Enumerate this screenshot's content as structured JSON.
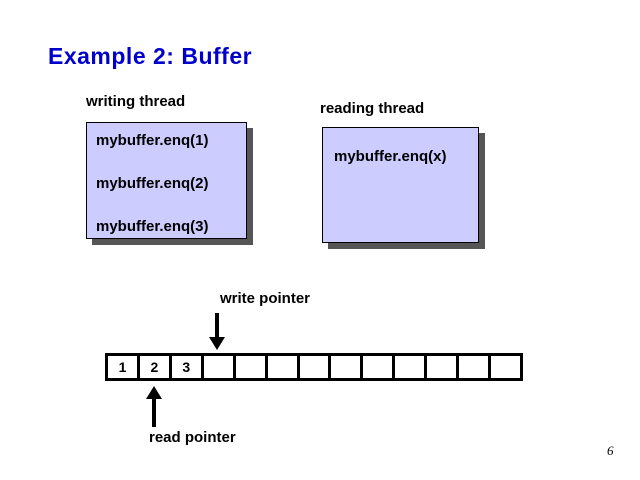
{
  "slide": {
    "title": "Example 2: Buffer",
    "page_number": "6"
  },
  "threads": {
    "writing": {
      "label": "writing thread",
      "lines": [
        "mybuffer.enq(1)",
        "mybuffer.enq(2)",
        "mybuffer.enq(3)"
      ]
    },
    "reading": {
      "label": "reading thread",
      "lines": [
        "mybuffer.enq(x)"
      ]
    }
  },
  "buffer": {
    "write_pointer_label": "write pointer",
    "read_pointer_label": "read pointer",
    "cells": [
      "1",
      "2",
      "3",
      "",
      "",
      "",
      "",
      "",
      "",
      "",
      "",
      "",
      ""
    ]
  },
  "colors": {
    "title": "#0000CC",
    "box_fill": "#CCCCFF",
    "box_border": "#000000",
    "box_shadow": "#555555",
    "text": "#000000",
    "background": "#FFFFFF"
  }
}
